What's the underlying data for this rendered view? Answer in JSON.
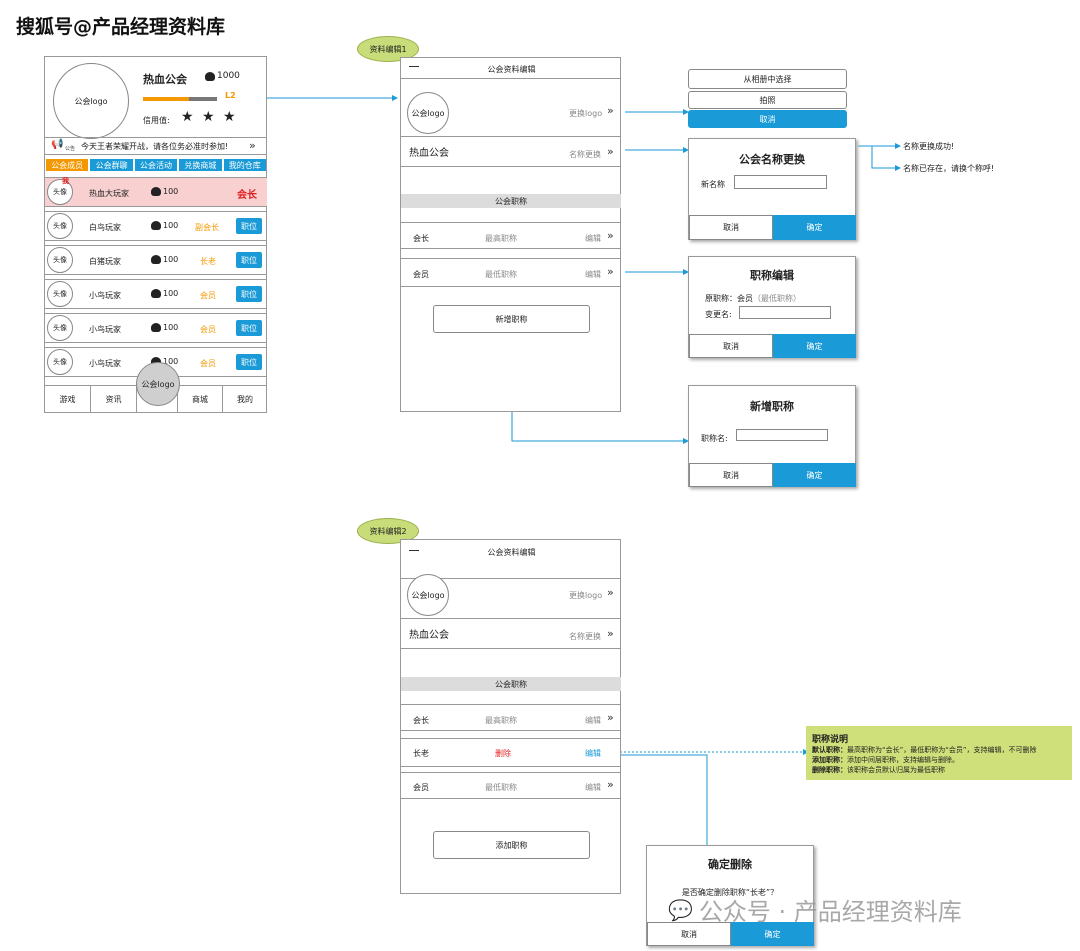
{
  "watermark_top": "搜狐号@产品经理资料库",
  "watermark_bottom": "公众号 · 产品经理资料库",
  "colors": {
    "accent": "#1a9ad6",
    "orange": "#f39800",
    "red": "#e02020",
    "note_bg": "#cfe07a",
    "highlight_row": "#f8d0d0"
  },
  "screen_main": {
    "logo": "公会logo",
    "guild_name": "热血公会",
    "coins": "1000",
    "level": "L2",
    "credit_label": "信用值:",
    "stars": "★ ★ ★",
    "announcement": "今天王者荣耀开战，请各位务必准时参加!",
    "announce_icon_label": "公告",
    "tabs": [
      "公会成员",
      "公会群聊",
      "公会活动",
      "兑换商城",
      "我的仓库"
    ],
    "members": [
      {
        "avatar": "头像",
        "me": "我",
        "name": "热血大玩家",
        "coins": "100",
        "role": "会长",
        "button": ""
      },
      {
        "avatar": "头像",
        "me": "",
        "name": "白鸟玩家",
        "coins": "100",
        "role": "副会长",
        "button": "职位"
      },
      {
        "avatar": "头像",
        "me": "",
        "name": "白猪玩家",
        "coins": "100",
        "role": "长老",
        "button": "职位"
      },
      {
        "avatar": "头像",
        "me": "",
        "name": "小鸟玩家",
        "coins": "100",
        "role": "会员",
        "button": "职位"
      },
      {
        "avatar": "头像",
        "me": "",
        "name": "小鸟玩家",
        "coins": "100",
        "role": "会员",
        "button": "职位"
      },
      {
        "avatar": "头像",
        "me": "",
        "name": "小鸟玩家",
        "coins": "100",
        "role": "会员",
        "button": "职位"
      }
    ],
    "bottom_nav": [
      "游戏",
      "资讯",
      "公会logo",
      "商城",
      "我的"
    ]
  },
  "edit1": {
    "badge": "资料编辑1",
    "title": "公会资料编辑",
    "logo": "公会logo",
    "change_logo": "更换logo",
    "guild_name": "热血公会",
    "change_name": "名称更换",
    "section": "公会职称",
    "rows": [
      {
        "name": "会长",
        "desc": "最高职称",
        "action": "编辑"
      },
      {
        "name": "会员",
        "desc": "最低职称",
        "action": "编辑"
      }
    ],
    "add_button": "新增职称"
  },
  "photo_sheet": {
    "option1": "从相册中选择",
    "option2": "拍照",
    "cancel": "取消"
  },
  "rename_dialog": {
    "title": "公会名称更换",
    "label": "新名称",
    "cancel": "取消",
    "ok": "确定"
  },
  "rename_results": {
    "success": "名称更换成功!",
    "exists": "名称已存在，请换个称呼!"
  },
  "title_edit_dialog": {
    "title": "职称编辑",
    "orig_label": "原职称：",
    "orig_value": "会员",
    "orig_note": "（最低职称）",
    "new_label": "变更名:",
    "cancel": "取消",
    "ok": "确定"
  },
  "add_title_dialog": {
    "title": "新增职称",
    "label": "职称名:",
    "cancel": "取消",
    "ok": "确定"
  },
  "edit2": {
    "badge": "资料编辑2",
    "title": "公会资料编辑",
    "logo": "公会logo",
    "change_logo": "更换logo",
    "guild_name": "热血公会",
    "change_name": "名称更换",
    "section": "公会职称",
    "rows": [
      {
        "name": "会长",
        "desc": "最高职称",
        "action": "编辑"
      },
      {
        "name": "长老",
        "desc": "删除",
        "action": "编辑"
      },
      {
        "name": "会员",
        "desc": "最低职称",
        "action": "编辑"
      }
    ],
    "add_button": "添加职称"
  },
  "note": {
    "title": "职称说明",
    "lines": [
      {
        "k": "默认职称：",
        "v": "最高职称为“会长”，最低职称为“会员”，支持编辑，不可删除"
      },
      {
        "k": "添加职称：",
        "v": "添加中间层职称，支持编辑与删除。"
      },
      {
        "k": "删除职称：",
        "v": "该职称会员默认归属为最低职称"
      }
    ]
  },
  "delete_dialog": {
    "title": "确定删除",
    "message": "是否确定删除职称“长老”？",
    "cancel": "取消",
    "ok": "确定"
  }
}
